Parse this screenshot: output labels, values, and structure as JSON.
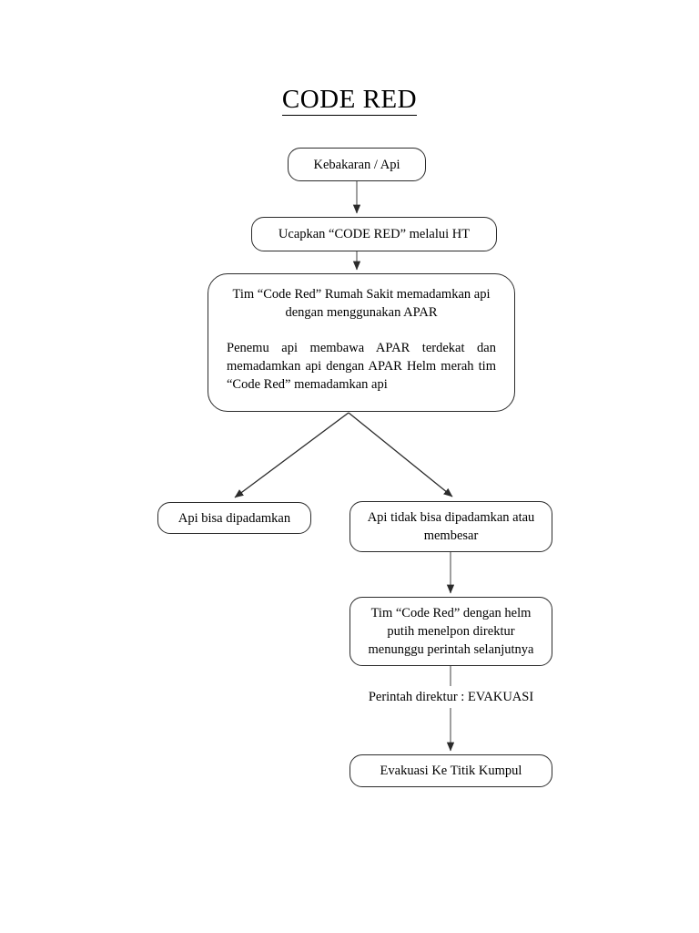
{
  "document": {
    "title": "CODE RED"
  },
  "chart_data": {
    "type": "diagram",
    "diagram_kind": "flowchart",
    "title": "CODE RED",
    "orientation": "top-to-bottom",
    "nodes": [
      {
        "id": "kebakaran",
        "label": "Kebakaran / Api",
        "shape": "rounded-rectangle"
      },
      {
        "id": "ucapkan",
        "label": "Ucapkan “CODE RED” melalui HT",
        "shape": "rounded-rectangle"
      },
      {
        "id": "tim-apar",
        "label": "Tim “Code Red” Rumah Sakit memadamkan api dengan menggunakan APAR",
        "shape": "rounded-rectangle"
      },
      {
        "id": "api-bisa",
        "label": "Api bisa dipadamkan",
        "shape": "rounded-rectangle"
      },
      {
        "id": "api-tidak",
        "label": "Api tidak bisa dipadamkan atau membesar",
        "shape": "rounded-rectangle"
      },
      {
        "id": "telpon",
        "label": "Tim “Code Red” dengan helm putih menelpon direktur menunggu perintah selanjutnya",
        "shape": "rounded-rectangle"
      },
      {
        "id": "evakuasi",
        "label": "Evakuasi Ke Titik Kumpul",
        "shape": "rounded-rectangle"
      }
    ],
    "edges": [
      {
        "from": "kebakaran",
        "to": "ucapkan",
        "label": ""
      },
      {
        "from": "ucapkan",
        "to": "tim-apar",
        "label": ""
      },
      {
        "from": "tim-apar",
        "to": "api-bisa",
        "label": ""
      },
      {
        "from": "tim-apar",
        "to": "api-tidak",
        "label": ""
      },
      {
        "from": "api-tidak",
        "to": "telpon",
        "label": ""
      },
      {
        "from": "telpon",
        "to": "evakuasi",
        "label": "Perintah direktur : EVAKUASI"
      }
    ],
    "colors": {
      "stroke": "#2b2b2b",
      "fill": "#ffffff",
      "text": "#000000"
    }
  },
  "nodes": {
    "kebakaran": {
      "label": "Kebakaran / Api"
    },
    "ucapkan": {
      "label": "Ucapkan “CODE RED” melalui HT"
    },
    "tim_apar": {
      "line1": "Tim “Code Red” Rumah Sakit memadamkan api dengan menggunakan APAR",
      "line2": "Penemu api membawa APAR terdekat dan memadamkan api dengan APAR Helm merah tim “Code Red” memadamkan api"
    },
    "api_bisa": {
      "label": "Api bisa dipadamkan"
    },
    "api_tidak": {
      "label": "Api tidak bisa dipadamkan atau membesar"
    },
    "telpon": {
      "label": "Tim “Code Red” dengan helm putih menelpon direktur menunggu perintah selanjutnya"
    },
    "evakuasi": {
      "label": "Evakuasi Ke Titik Kumpul"
    }
  },
  "labels": {
    "perintah_direktur": "Perintah direktur : EVAKUASI"
  }
}
